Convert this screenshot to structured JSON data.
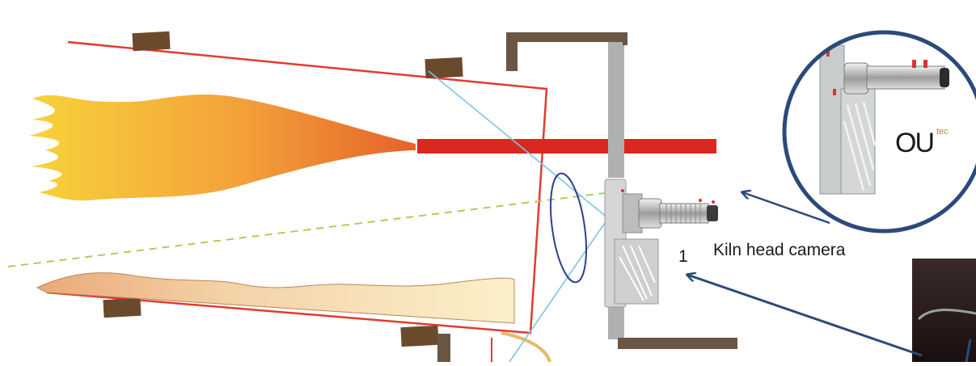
{
  "diagram": {
    "callout_number": "1",
    "callout_label": "Kiln head camera",
    "brand": {
      "name": "OU",
      "suffix": "tec"
    },
    "colors": {
      "kiln_shell": "#e23b2e",
      "burner_pipe": "#d9281f",
      "wall": "#6b5644",
      "wall_inner": "#aeb0b2",
      "brick": "#6b4a2c",
      "view_line": "#7cc6e0",
      "axis_line": "#a9cf5a",
      "arrow": "#2b4a7a",
      "flame_hot": "#e8742a",
      "flame_warm": "#f5c430",
      "clinker": "#f0d4a6"
    },
    "icons": [
      "camera-housing-icon",
      "camera-detail-icon",
      "arrow-icon"
    ]
  }
}
